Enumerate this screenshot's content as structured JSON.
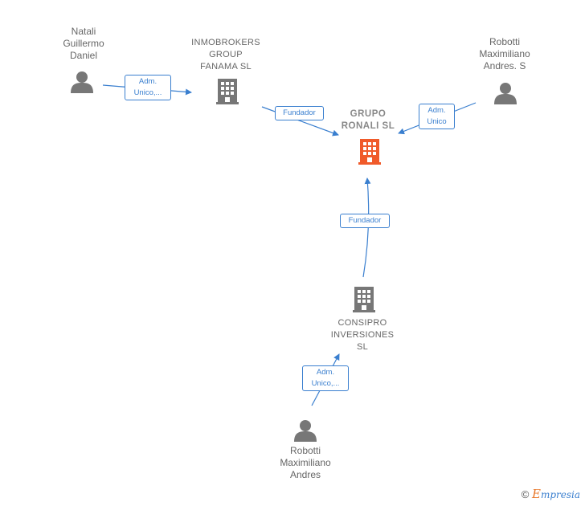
{
  "nodes": {
    "natali": {
      "label": "Natali\nGuillermo\nDaniel"
    },
    "inmobrokers": {
      "label": "INMOBROKERS\nGROUP\nFANAMA  SL"
    },
    "robotti_s": {
      "label": "Robotti\nMaximiliano\nAndres.  S"
    },
    "grupo": {
      "label": "GRUPO\nRONALI  SL"
    },
    "consipro": {
      "label": "CONSIPRO\nINVERSIONES\nSL"
    },
    "robotti": {
      "label": "Robotti\nMaximiliano\nAndres"
    }
  },
  "edges": {
    "e1": {
      "label": "Adm.\nUnico,..."
    },
    "e2": {
      "label": "Fundador"
    },
    "e3": {
      "label": "Adm.\nUnico"
    },
    "e4": {
      "label": "Fundador"
    },
    "e5": {
      "label": "Adm.\nUnico,..."
    }
  },
  "colors": {
    "edge": "#3a7fcf",
    "company_icon": "#777777",
    "main_company_icon": "#f05a2a",
    "person_icon": "#777777"
  },
  "brand": {
    "copyright": "©",
    "e": "E",
    "rest": "mpresia"
  }
}
